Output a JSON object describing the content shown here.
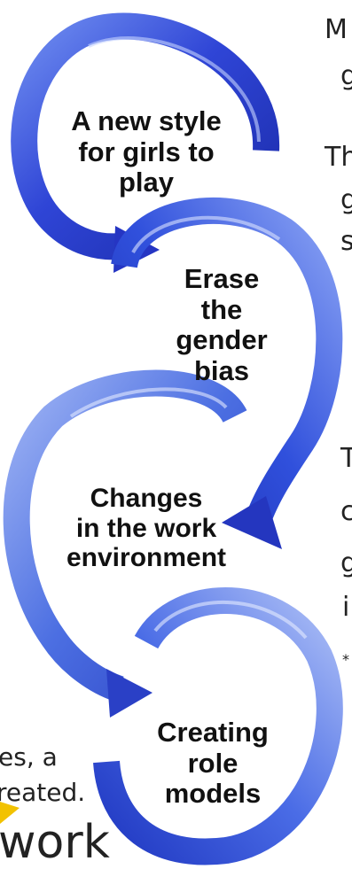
{
  "diagram": {
    "steps": [
      {
        "lines": [
          "A new style",
          "for girls to",
          "play"
        ]
      },
      {
        "lines": [
          "Erase",
          "the",
          "gender",
          "bias"
        ]
      },
      {
        "lines": [
          "Changes",
          "in the work",
          "environment"
        ]
      },
      {
        "lines": [
          "Creating",
          "role",
          "models"
        ]
      }
    ]
  },
  "background_text": {
    "right_fragments": [
      "M",
      "g",
      "Th",
      "g",
      "s",
      "T",
      "c",
      "g",
      "i",
      "*"
    ],
    "left_fragments": [
      "es, a",
      "reated.",
      "work"
    ]
  },
  "colors": {
    "arrow_dark": "#1f32c9",
    "arrow_mid": "#3f63e6",
    "arrow_light": "#7f9bf2",
    "arrow_highlight": "#c7d4ff",
    "accent_yellow": "#f2c200"
  }
}
